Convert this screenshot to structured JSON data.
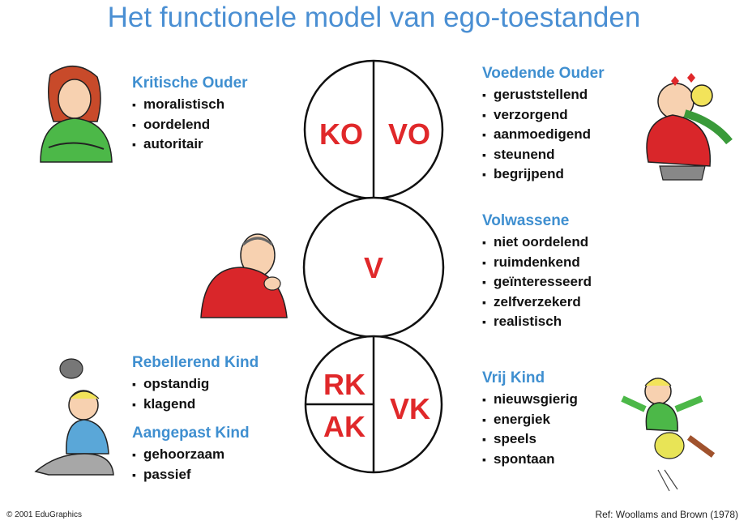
{
  "title": "Het functionele model van ego-toestanden",
  "circles": {
    "top_left": "KO",
    "top_right": "VO",
    "middle": "V",
    "bottom_top_left": "RK",
    "bottom_bottom_left": "AK",
    "bottom_right": "VK"
  },
  "kritische_ouder": {
    "heading": "Kritische Ouder",
    "items": [
      "moralistisch",
      "oordelend",
      "autoritair"
    ]
  },
  "voedende_ouder": {
    "heading": "Voedende Ouder",
    "items": [
      "geruststellend",
      "verzorgend",
      "aanmoedigend",
      "steunend",
      "begrijpend"
    ]
  },
  "volwassene": {
    "heading": "Volwassene",
    "items": [
      "niet oordelend",
      "ruimdenkend",
      "geïnteresseerd",
      "zelfverzekerd",
      "realistisch"
    ]
  },
  "rebellerend_kind": {
    "heading": "Rebellerend Kind",
    "items": [
      "opstandig",
      "klagend"
    ]
  },
  "aangepast_kind": {
    "heading": "Aangepast Kind",
    "items": [
      "gehoorzaam",
      "passief"
    ]
  },
  "vrij_kind": {
    "heading": "Vrij Kind",
    "items": [
      "nieuwsgierig",
      "energiek",
      "speels",
      "spontaan"
    ]
  },
  "copyright": "© 2001 EduGraphics",
  "reference": "Ref:  Woollams and Brown (1978)",
  "colors": {
    "title": "#4a8fd3",
    "heading": "#3f8fd0",
    "circle_label": "#e0282a"
  }
}
